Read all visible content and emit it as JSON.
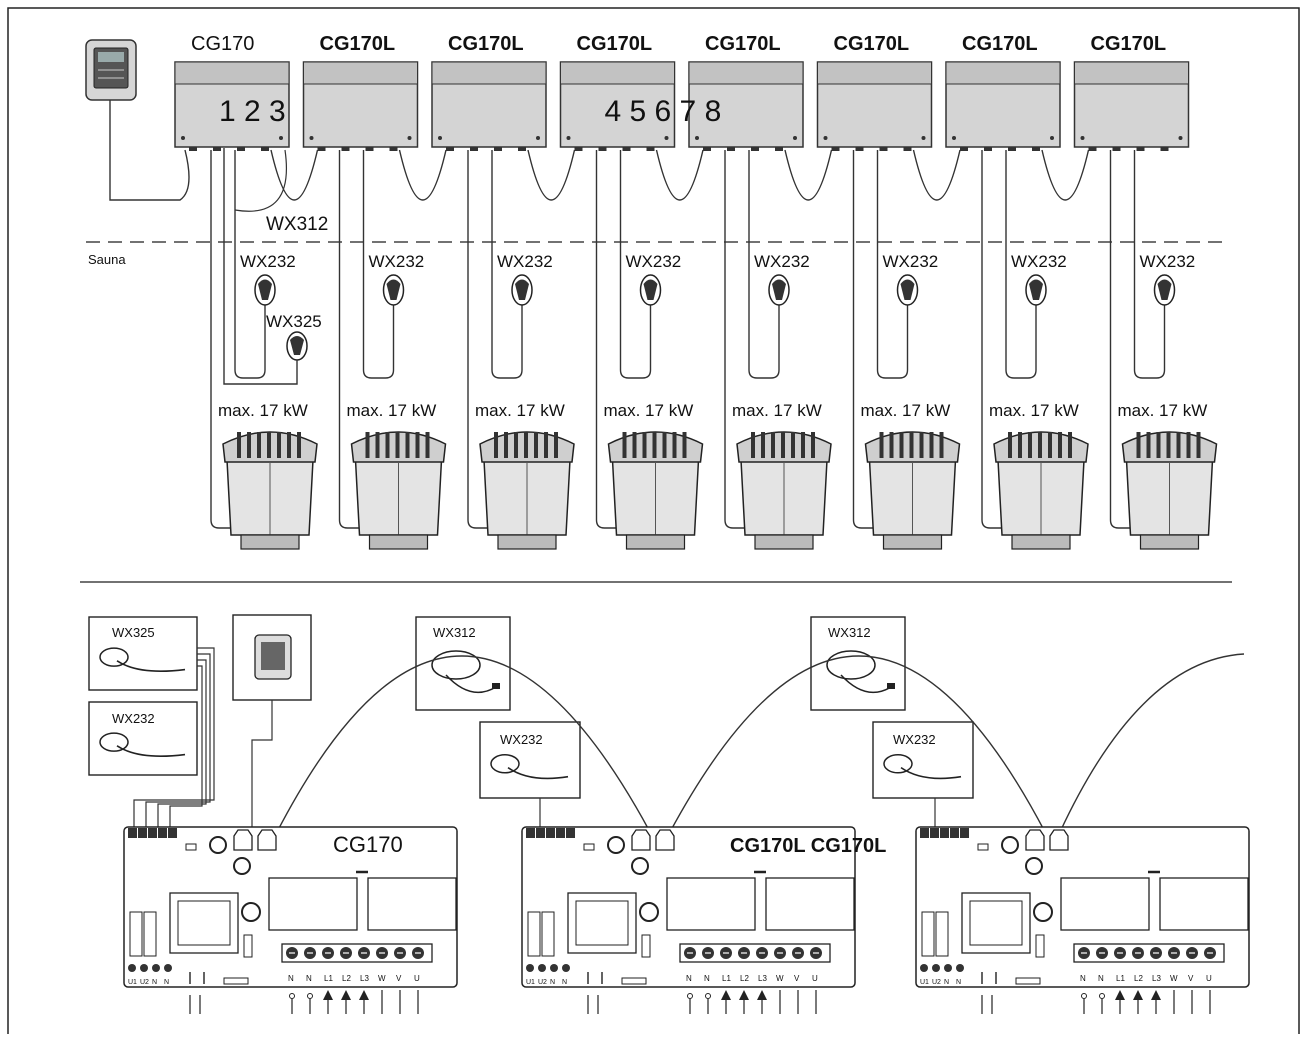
{
  "top": {
    "units": [
      {
        "label": "CG170",
        "bold": false,
        "digits": "1 2 3"
      },
      {
        "label": "CG170L",
        "bold": true,
        "digits": ""
      },
      {
        "label": "CG170L",
        "bold": true,
        "digits": ""
      },
      {
        "label": "CG170L",
        "bold": true,
        "digits": "4 5 6 7 8"
      },
      {
        "label": "CG170L",
        "bold": true,
        "digits": ""
      },
      {
        "label": "CG170L",
        "bold": true,
        "digits": ""
      },
      {
        "label": "CG170L",
        "bold": true,
        "digits": ""
      },
      {
        "label": "CG170L",
        "bold": true,
        "digits": ""
      }
    ],
    "cable_label": "WX312",
    "zone_label": "Sauna",
    "sensor_labels": [
      "WX232",
      "WX232",
      "WX232",
      "WX232",
      "WX232",
      "WX232",
      "WX232",
      "WX232"
    ],
    "extra_sensor_label": "WX325",
    "heater_labels": [
      "max. 17 kW",
      "max. 17 kW",
      "max. 17 kW",
      "max. 17 kW",
      "max. 17 kW",
      "max. 17 kW",
      "max. 17 kW",
      "max. 17 kW"
    ]
  },
  "bottom": {
    "boards": [
      {
        "label": "CG170"
      },
      {
        "label": "CG170L CG170L"
      },
      {
        "label": ""
      }
    ],
    "parts": {
      "wx325": "WX325",
      "wx232": "WX232",
      "wx312": "WX312"
    },
    "terminals": [
      "N",
      "N",
      "L1",
      "L2",
      "L3",
      "W",
      "V",
      "U"
    ],
    "small_terminals": [
      "U1",
      "U2",
      "N",
      "N"
    ]
  }
}
